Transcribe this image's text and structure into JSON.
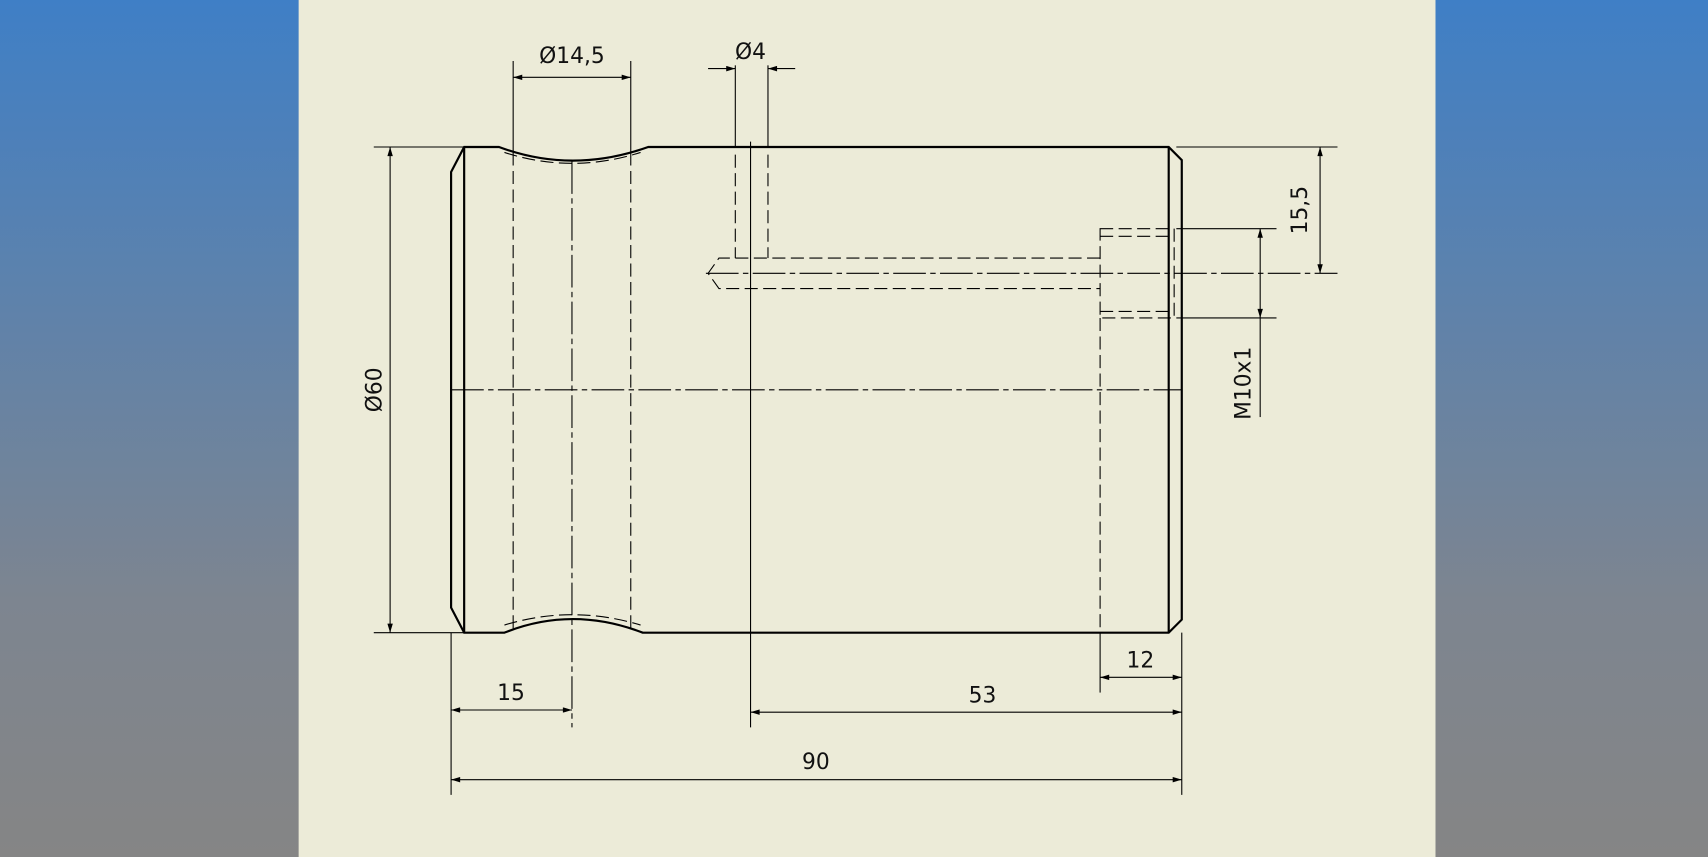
{
  "drawing": {
    "dimensions": {
      "outer_diameter": "Ø60",
      "cross_hole_diameter": "Ø14,5",
      "small_hole_diameter": "Ø4",
      "hole_offset": "15,5",
      "thread": "M10x1",
      "thread_depth": "12",
      "cross_hole_position": "15",
      "small_hole_position": "53",
      "overall_length": "90"
    },
    "colors": {
      "paper": "#ecebd8",
      "line": "#000000"
    }
  }
}
